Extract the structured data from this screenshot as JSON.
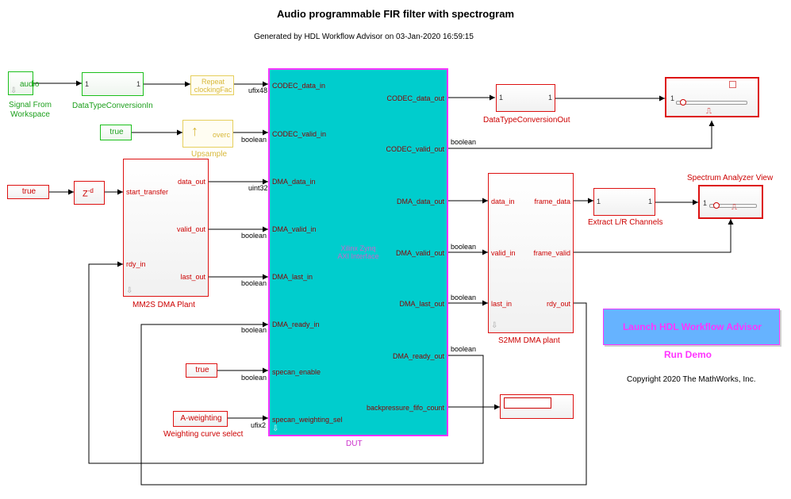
{
  "header": {
    "title": "Audio programmable FIR filter with spectrogram",
    "subtitle": "Generated by HDL Workflow Advisor on 03-Jan-2020 16:59:15"
  },
  "blocks": {
    "signal_from_workspace": {
      "value": "audio",
      "label": "Signal From\nWorkspace"
    },
    "dtc_in": {
      "in": "1",
      "out": "1",
      "label": "DataTypeConversionIn"
    },
    "repeat": {
      "text": "Repeat\nclockingFac"
    },
    "true1": {
      "text": "true"
    },
    "upsample": {
      "text": "overc",
      "label": "Upsample"
    },
    "true2": {
      "text": "true"
    },
    "delay": {
      "text": "Z",
      "exp": "-d"
    },
    "mm2s": {
      "ports_in": [
        "start_transfer",
        "rdy_in"
      ],
      "ports_out": [
        "data_out",
        "valid_out",
        "last_out"
      ],
      "label": "MM2S DMA Plant"
    },
    "dut": {
      "ports_in": [
        "CODEC_data_in",
        "CODEC_valid_in",
        "DMA_data_in",
        "DMA_valid_in",
        "DMA_last_in",
        "DMA_ready_in",
        "specan_enable",
        "specan_weighting_sel"
      ],
      "ports_out": [
        "CODEC_data_out",
        "CODEC_valid_out",
        "DMA_data_out",
        "DMA_valid_out",
        "DMA_last_out",
        "DMA_ready_out",
        "backpressure_fifo_count"
      ],
      "center": "Xilinx Zynq\nAXI Interface",
      "label": "DUT"
    },
    "true3": {
      "text": "true"
    },
    "aweight": {
      "text": "A-weighting",
      "label": "Weighting curve select"
    },
    "dtc_out": {
      "in": "1",
      "out": "1",
      "label": "DataTypeConversionOut"
    },
    "scope": {
      "in": "1"
    },
    "s2mm": {
      "ports_in": [
        "data_in",
        "valid_in",
        "last_in"
      ],
      "ports_out": [
        "frame_data",
        "frame_valid",
        "rdy_out"
      ],
      "label": "S2MM DMA plant"
    },
    "extract": {
      "in": "1",
      "out": "1",
      "label": "Extract L/R Channels"
    },
    "specan": {
      "in": "1",
      "label": "Spectrum Analyzer View"
    }
  },
  "signal_types": {
    "ufix48": "ufix48",
    "boolean": "boolean",
    "uint32": "uint32",
    "ufix2": "ufix2"
  },
  "launch": {
    "button": "Launch HDL Workflow Advisor",
    "run": "Run Demo"
  },
  "copyright": "Copyright 2020 The MathWorks, Inc.",
  "colors": {
    "dut_fill": "#00cdcd",
    "dut_border": "#ff33ff",
    "launch_fill": "#66b3ff",
    "launch_text": "#ff33ff"
  }
}
